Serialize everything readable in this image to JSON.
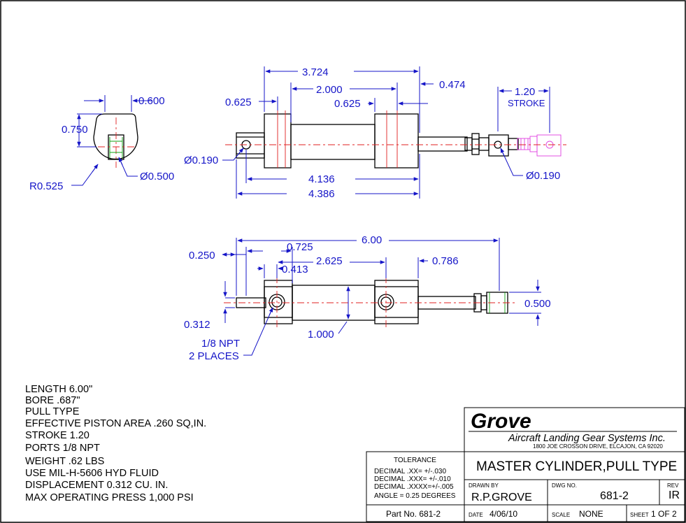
{
  "dimensions": {
    "eye_width": "0.600",
    "eye_height": "0.750",
    "eye_radius": "R0.525",
    "eye_hole": "Ø0.500",
    "overall_body": "3.724",
    "port_spacing_top": "2.000",
    "rod_end_offset": "0.625",
    "port_offset_top": "0.625",
    "rod_extension": "0.474",
    "stroke_value": "1.20",
    "stroke_label": "STROKE",
    "left_hole": "Ø0.190",
    "right_hole": "Ø0.190",
    "length_4136": "4.136",
    "length_4386": "4.386",
    "overall_length": "6.00",
    "lug_offset": "0.725",
    "tang_width": "0.250",
    "port_spacing_side": "2.625",
    "port_offset_side": "0.413",
    "rod_length_side": "0.786",
    "body_height": "1.000",
    "rod_thickness": "0.312",
    "end_thickness": "0.500",
    "ports_line1": "1/8 NPT",
    "ports_line2": "2 PLACES"
  },
  "notes": [
    "LENGTH 6.00\"",
    "BORE .687\"",
    "PULL TYPE",
    "EFFECTIVE PISTON AREA .260 SQ,IN.",
    "STROKE 1.20",
    "PORTS 1/8 NPT",
    "WEIGHT .62 LBS",
    "USE MIL-H-5606 HYD FLUID",
    "DISPLACEMENT 0.312 CU. IN.",
    "MAX OPERATING PRESS 1,000 PSI"
  ],
  "title_block": {
    "logo": "Grove",
    "company": "Aircraft Landing Gear Systems Inc.",
    "address": "1800 JOE CROSSON DRIVE, ELCAJON, CA 92020",
    "title": "MASTER CYLINDER,PULL TYPE",
    "tolerance_header": "TOLERANCE",
    "tolerance_lines": [
      "DECIMAL .XX=  +/-.030",
      "DECIMAL .XXX= +/-.010",
      "DECIMAL .XXXX=+/-.005",
      "ANGLE = 0.25 DEGREES"
    ],
    "drawn_by_label": "DRAWN BY",
    "drawn_by": "R.P.GROVE",
    "dwg_no_label": "DWG NO.",
    "dwg_no": "681-2",
    "rev_label": "REV",
    "rev": "IR",
    "part_no": "Part No. 681-2",
    "date_label": "DATE",
    "date": "4/06/10",
    "scale_label": "SCALE",
    "scale": "NONE",
    "sheet_label": "SHEET",
    "sheet": "1 OF 2"
  }
}
